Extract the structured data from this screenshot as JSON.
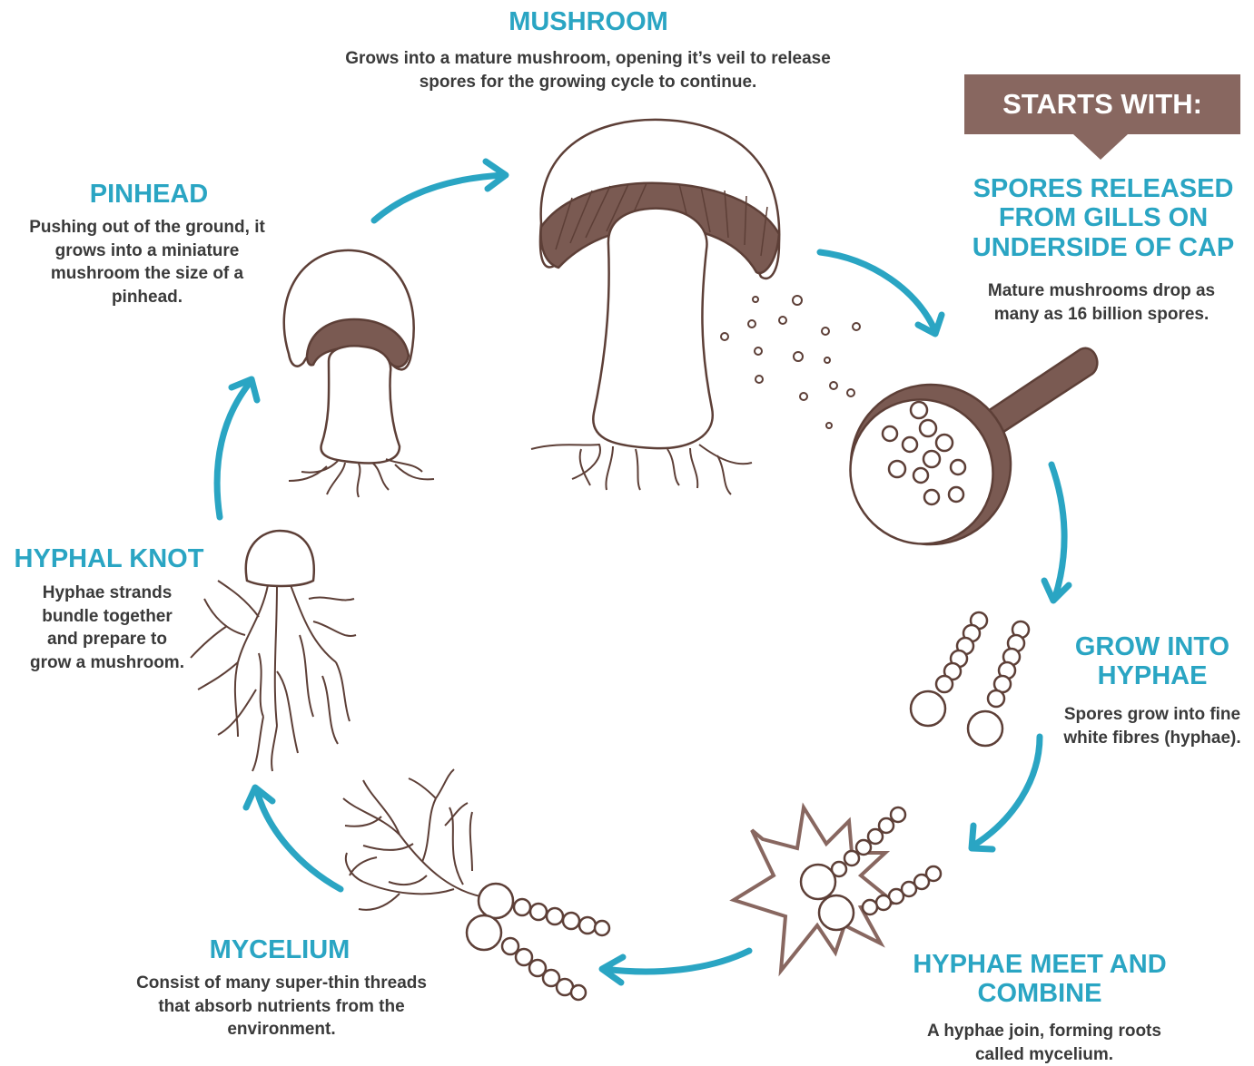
{
  "banner": {
    "label": "STARTS WITH:"
  },
  "stages": {
    "mushroom": {
      "title": "MUSHROOM",
      "desc": "Grows into a mature mushroom, opening it’s veil to release spores for the growing cycle to continue."
    },
    "spores": {
      "title": "SPORES RELEASED FROM GILLS ON UNDERSIDE OF CAP",
      "desc": "Mature mushrooms drop as many as 16 billion spores."
    },
    "hyphae": {
      "title": "GROW INTO HYPHAE",
      "desc": "Spores grow into fine white fibres (hyphae)."
    },
    "combine": {
      "title": "HYPHAE MEET AND COMBINE",
      "desc": "A hyphae join, forming roots called mycelium."
    },
    "mycelium": {
      "title": "MYCELIUM",
      "desc": "Consist of many super-thin threads that absorb nutrients from the environment."
    },
    "knot": {
      "title": "HYPHAL KNOT",
      "desc": "Hyphae strands bundle together and prepare to grow a mushroom."
    },
    "pinhead": {
      "title": "PINHEAD",
      "desc": "Pushing out of the ground, it grows into a miniature mushroom the size of a pinhead."
    }
  },
  "colors": {
    "accent": "#2aa5c3",
    "brown": "#5d3f37",
    "banner": "#886760",
    "gill": "#7a5a52"
  },
  "icons": [
    "cycle-arrow-icon",
    "mushroom-icon",
    "pinhead-icon",
    "magnifier-icon",
    "hyphae-icon",
    "mycelium-icon",
    "hyphal-knot-icon",
    "spore-icon"
  ]
}
